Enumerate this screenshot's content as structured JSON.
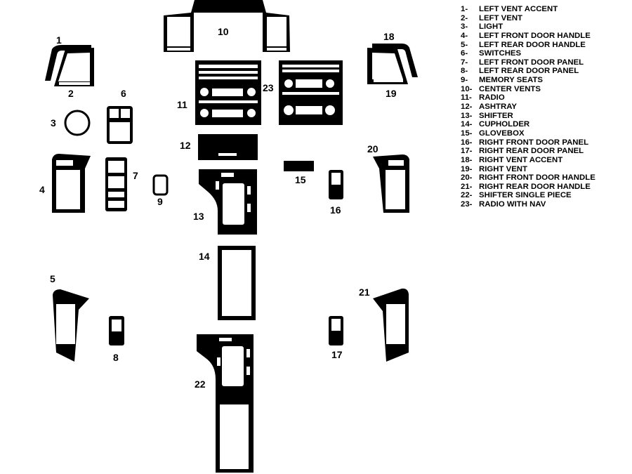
{
  "parts": [
    {
      "num": "1",
      "name": "LEFT VENT ACCENT"
    },
    {
      "num": "2",
      "name": "LEFT VENT"
    },
    {
      "num": "3",
      "name": "LIGHT"
    },
    {
      "num": "4",
      "name": "LEFT FRONT DOOR HANDLE"
    },
    {
      "num": "5",
      "name": "LEFT REAR DOOR HANDLE"
    },
    {
      "num": "6",
      "name": "SWITCHES"
    },
    {
      "num": "7",
      "name": "LEFT FRONT DOOR PANEL"
    },
    {
      "num": "8",
      "name": "LEFT REAR DOOR PANEL"
    },
    {
      "num": "9",
      "name": "MEMORY SEATS"
    },
    {
      "num": "10",
      "name": "CENTER VENTS"
    },
    {
      "num": "11",
      "name": "RADIO"
    },
    {
      "num": "12",
      "name": "ASHTRAY"
    },
    {
      "num": "13",
      "name": "SHIFTER"
    },
    {
      "num": "14",
      "name": "CUPHOLDER"
    },
    {
      "num": "15",
      "name": "GLOVEBOX"
    },
    {
      "num": "16",
      "name": "RIGHT FRONT DOOR PANEL"
    },
    {
      "num": "17",
      "name": "RIGHT REAR DOOR PANEL"
    },
    {
      "num": "18",
      "name": "RIGHT VENT ACCENT"
    },
    {
      "num": "19",
      "name": "RIGHT VENT"
    },
    {
      "num": "20",
      "name": "RIGHT FRONT DOOR HANDLE"
    },
    {
      "num": "21",
      "name": "RIGHT REAR DOOR HANDLE"
    },
    {
      "num": "22",
      "name": "SHIFTER SINGLE PIECE"
    },
    {
      "num": "23",
      "name": "RADIO WITH NAV"
    }
  ],
  "legend_separator": "-",
  "colors": {
    "ink": "#000000",
    "background": "#ffffff"
  }
}
